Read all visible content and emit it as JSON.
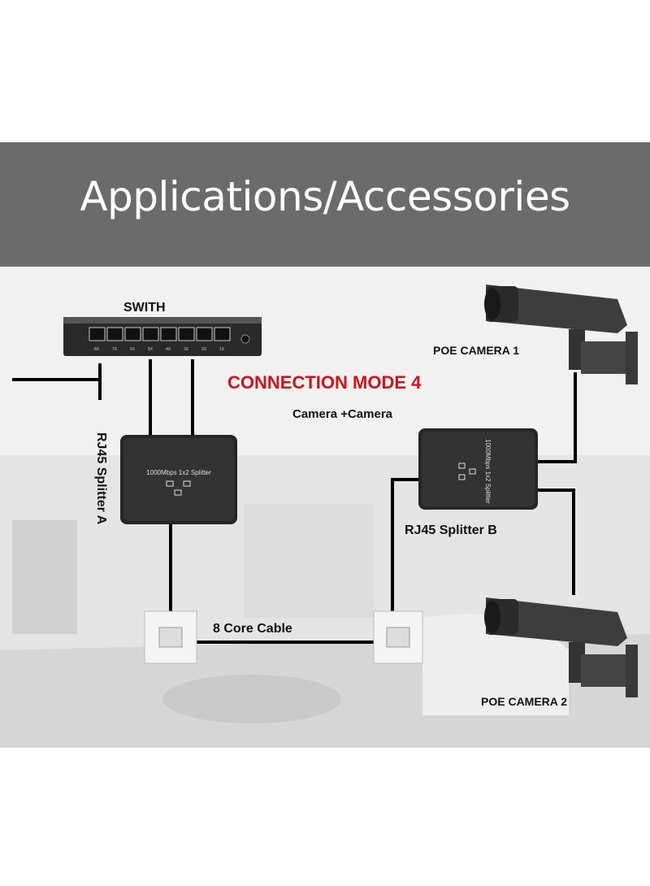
{
  "banner": {
    "title": "Applications/Accessories"
  },
  "diagram": {
    "switch_label": "SWITH",
    "switch_ports": [
      "8X",
      "7X",
      "6X",
      "5X",
      "4X",
      "3X",
      "2X",
      "1X"
    ],
    "mode_title": "CONNECTION MODE 4",
    "mode_subtitle": "Camera +Camera",
    "camera1_label": "POE CAMERA 1",
    "camera2_label": "POE CAMERA 2",
    "splitter_a_label": "RJ45 Splitter A",
    "splitter_b_label": "RJ45 Splitter B",
    "splitter_text": "1000Mbps 1x2 Splitter",
    "cable_label": "8 Core Cable"
  },
  "colors": {
    "banner": "#6b6b6b",
    "mode_title": "#d0121b",
    "cable": "#000000"
  }
}
